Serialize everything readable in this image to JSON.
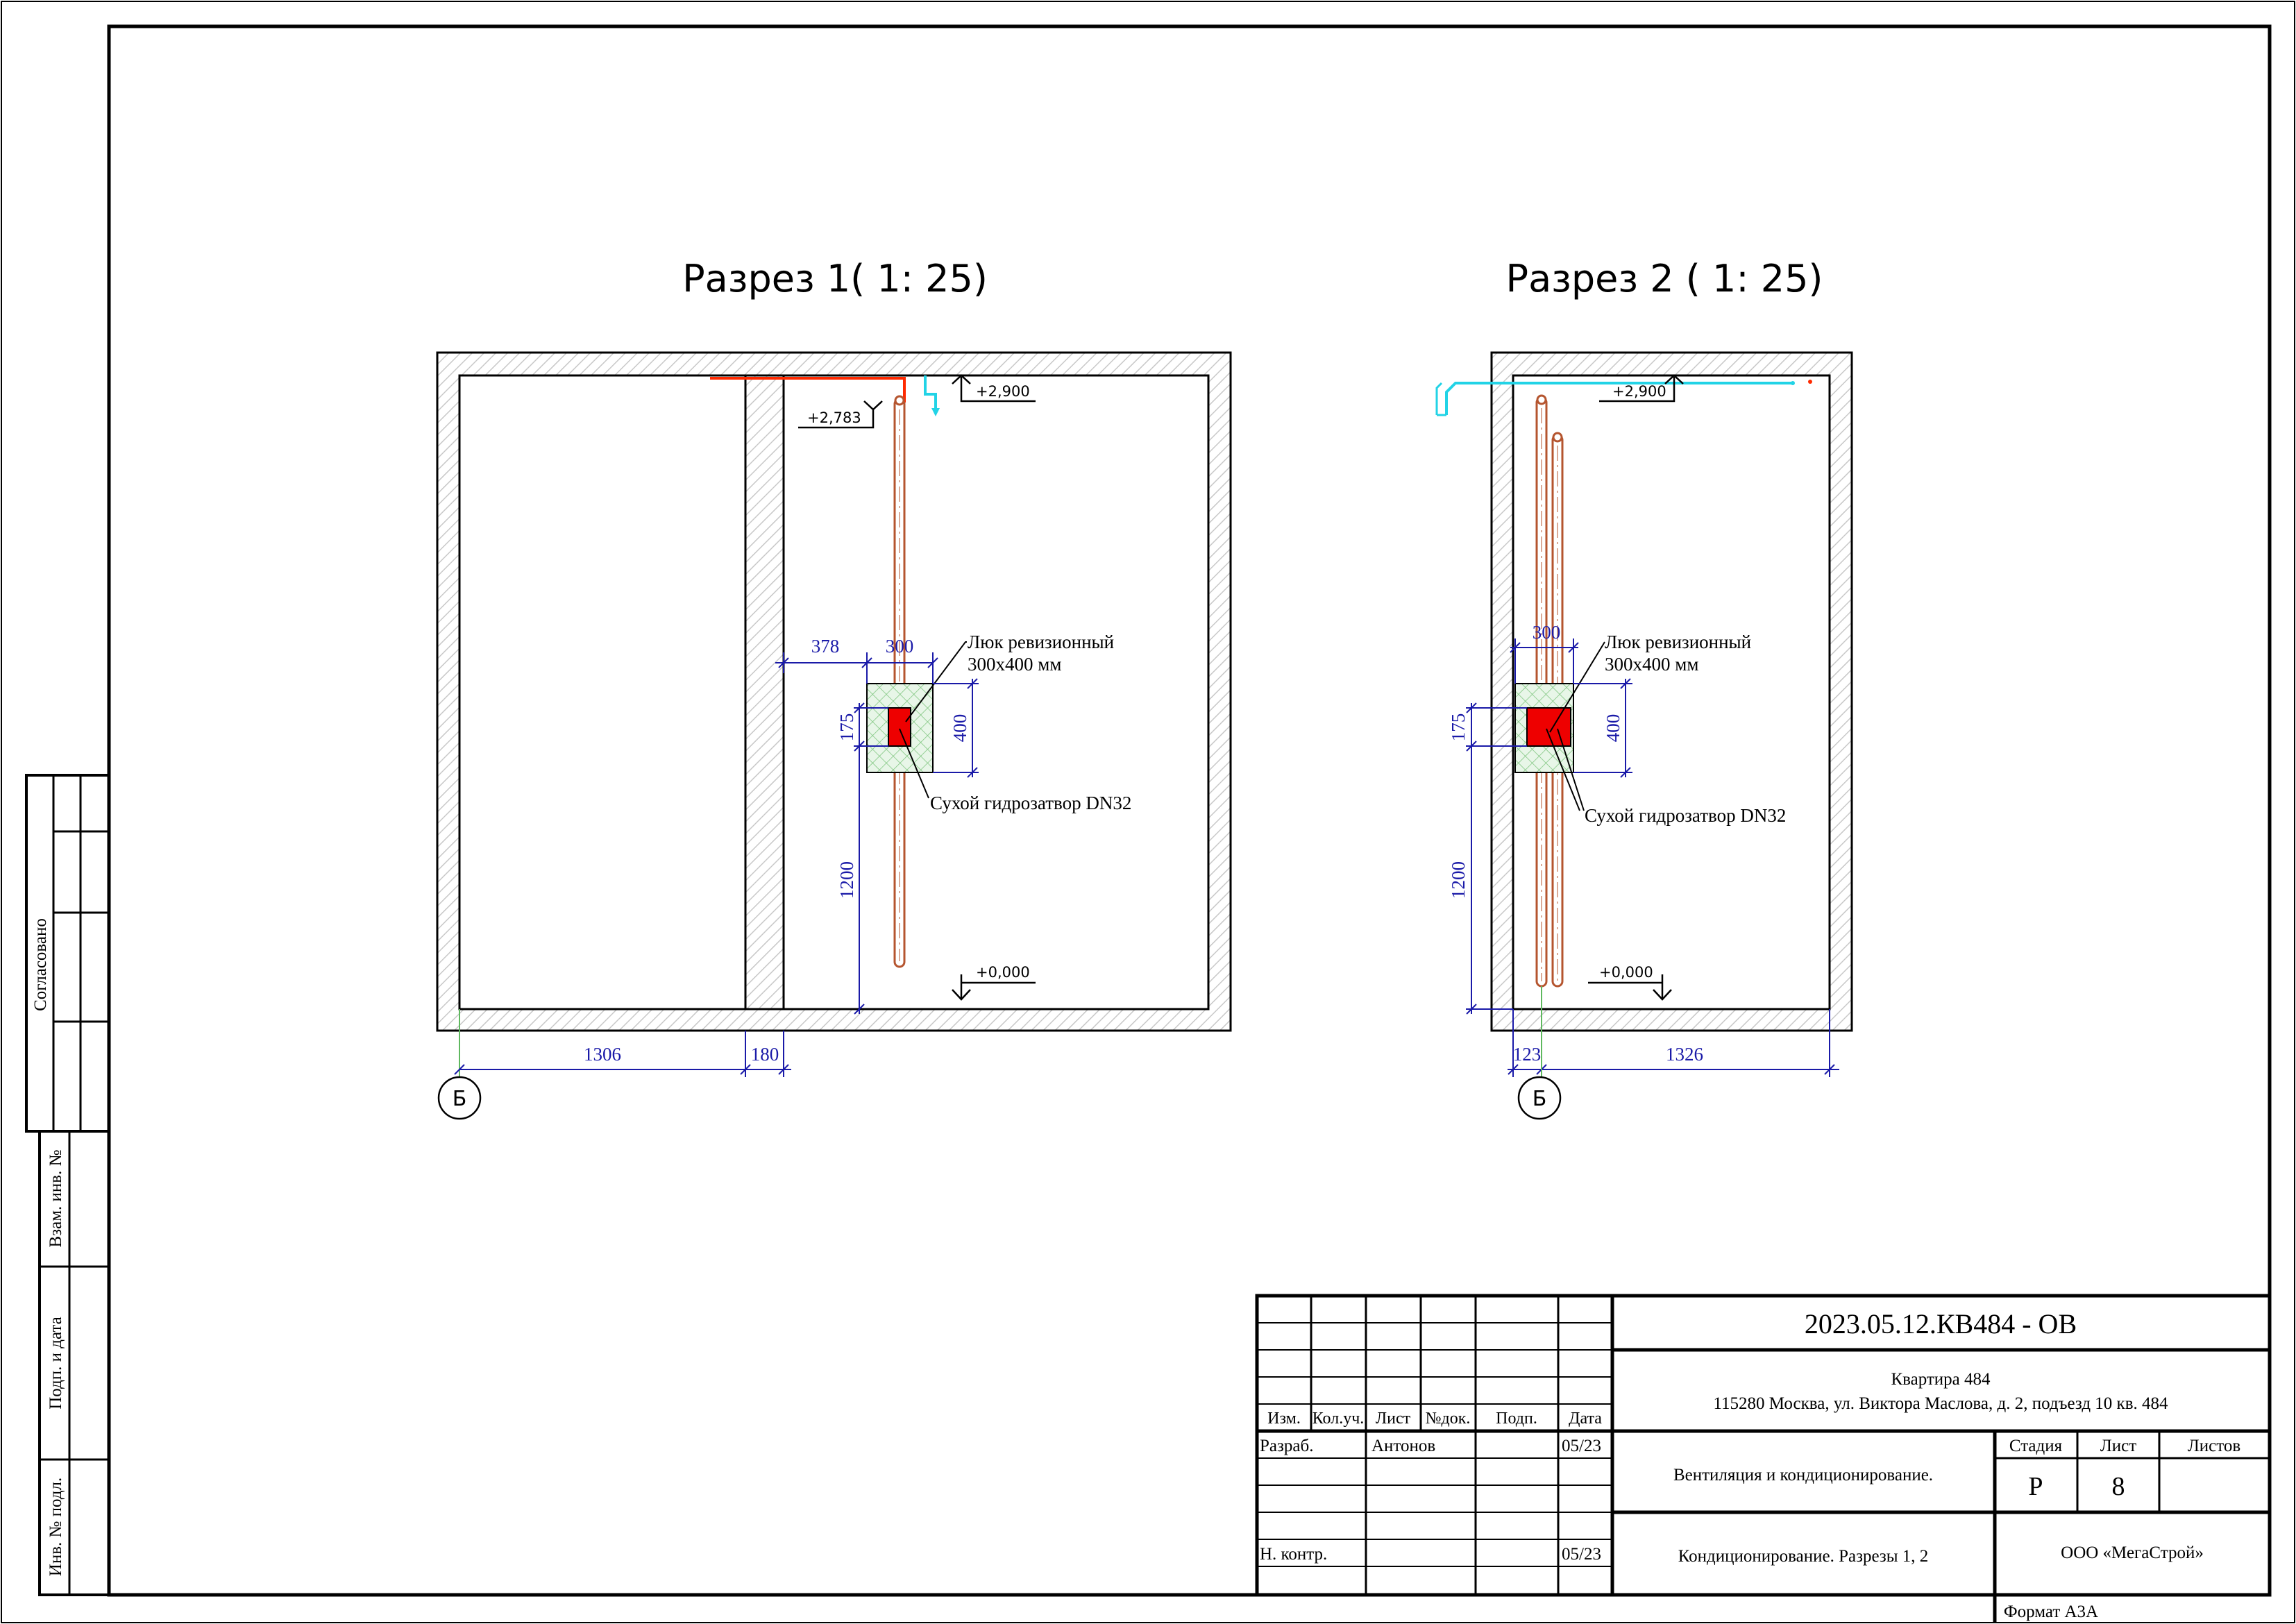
{
  "sections": [
    {
      "title": "Разрез 1( 1: 25)"
    },
    {
      "title": "Разрез 2 ( 1: 25)"
    }
  ],
  "levels": {
    "top": "+2,900",
    "mid": "+2,783",
    "zero": "+0,000"
  },
  "dims1": {
    "a": "378",
    "b": "300",
    "c": "175",
    "d": "400",
    "e": "1200",
    "f": "1306",
    "g": "180"
  },
  "dims2": {
    "b": "300",
    "c": "175",
    "d": "400",
    "e": "1200",
    "f": "123",
    "g": "1326"
  },
  "notes": {
    "hatch_l1": "Люк ревизионный",
    "hatch_l2": "300х400 мм",
    "trap": "Сухой гидрозатвор DN32"
  },
  "axis": "Б",
  "side": {
    "agreed": "Согласовано",
    "inv_repl": "Взам. инв. №",
    "sign_date": "Подп. и дата",
    "inv_orig": "Инв. № подл."
  },
  "stamp": {
    "code": "2023.05.12.КВ484 - ОВ",
    "obj1": "Квартира 484",
    "obj2": "115280 Москва, ул. Виктора Маслова, д. 2, подъезд 10 кв. 484",
    "hdr": [
      "Изм.",
      "Кол.уч.",
      "Лист",
      "№док.",
      "Подп.",
      "Дата"
    ],
    "dev_label": "Разраб.",
    "dev_name": "Антонов",
    "dev_date": "05/23",
    "ctrl_label": "Н. контр.",
    "ctrl_date": "05/23",
    "subject": "Вентиляция и кондиционирование.",
    "drawing": "Кондиционирование. Разрезы 1, 2",
    "stage_h": "Стадия",
    "sheet_h": "Лист",
    "sheets_h": "Листов",
    "stage": "Р",
    "sheet": "8",
    "sheets": "",
    "org": "ООО «МегаСтрой»"
  },
  "format": "Формат А3А",
  "colors": {
    "pipe": "#b5552f",
    "refrig": "#ff2a00",
    "drain": "#22d3e6",
    "dim": "#1a1aa8",
    "hatch": "#9bd59b",
    "trap": "#ee0000"
  }
}
